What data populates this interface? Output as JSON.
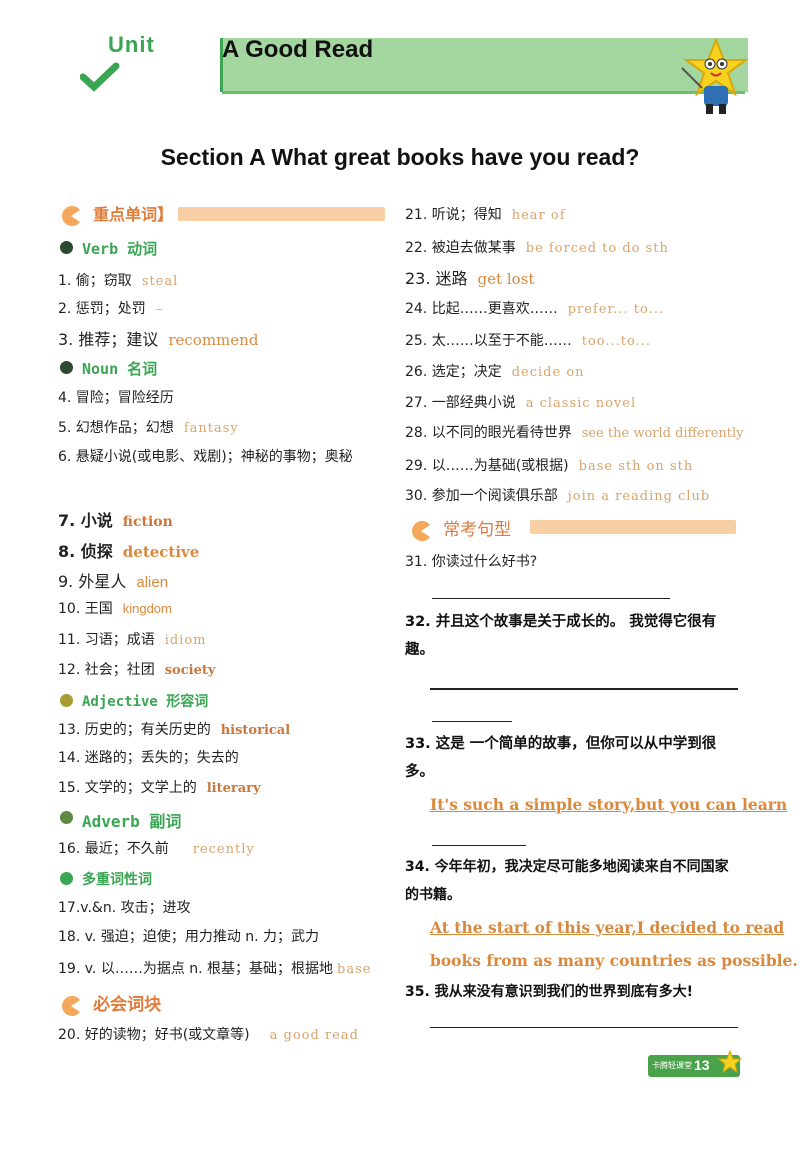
{
  "header": {
    "unit_label": "Unit",
    "title": "A Good Read"
  },
  "section_title": "Section A What great books  have you read?",
  "colors": {
    "green": "#3aa552",
    "orange": "#e07b3a",
    "answer": "#d9893d"
  },
  "left": {
    "key_words_heading": "重点单词】",
    "verb_heading": "Verb  动词",
    "noun_heading": "Noun  名词",
    "adj_heading": "Adjective  形容词",
    "adv_heading": "Adverb  副词",
    "multi_heading": "多重词性词",
    "phrases_heading": "必会词块",
    "items": [
      {
        "n": "1. 偷；窃取",
        "a": "steal"
      },
      {
        "n": "2. 惩罚；处罚",
        "a": "–"
      },
      {
        "n": "3. 推荐；建议",
        "a": "recommend"
      },
      {
        "n": "4. 冒险；冒险经历",
        "a": ""
      },
      {
        "n": "5. 幻想作品；幻想",
        "a": "fantasy"
      },
      {
        "n": "6. 悬疑小说(或电影、戏剧)；神秘的事物；奥秘",
        "a": ""
      },
      {
        "n": "7. 小说",
        "a": "fiction"
      },
      {
        "n": "8. 侦探",
        "a": "detective"
      },
      {
        "n": "9. 外星人",
        "a": "alien"
      },
      {
        "n": "10. 王国",
        "a": "kingdom"
      },
      {
        "n": "11. 习语；成语",
        "a": "idiom"
      },
      {
        "n": "12. 社会；社团",
        "a": "society"
      },
      {
        "n": "13. 历史的；有关历史的",
        "a": "historical"
      },
      {
        "n": "14. 迷路的；丢失的；失去的",
        "a": ""
      },
      {
        "n": "15. 文学的；文学上的",
        "a": "literary"
      },
      {
        "n": "16. 最近；不久前",
        "a": "recently"
      },
      {
        "n": "17.v.&n.  攻击；进攻",
        "a": ""
      },
      {
        "n": "18. v. 强迫；迫使；用力推动  n. 力；武力",
        "a": ""
      },
      {
        "n": "19. v. 以……为据点  n. 根基；基础；根据地",
        "a": "base"
      },
      {
        "n": "20. 好的读物；好书(或文章等)",
        "a": "a  good  read"
      }
    ]
  },
  "right": {
    "items": [
      {
        "n": "21. 听说；得知",
        "a": "hear  of"
      },
      {
        "n": "22. 被迫去做某事",
        "a": "be  forced  to  do  sth"
      },
      {
        "n": "23. 迷路",
        "a": "get lost"
      },
      {
        "n": "24.  比起……更喜欢……",
        "a": "prefer... to..."
      },
      {
        "n": "25. 太……以至于不能……",
        "a": "too...to..."
      },
      {
        "n": "26. 选定；决定",
        "a": "decide  on"
      },
      {
        "n": "27. 一部经典小说",
        "a": "a  classic  novel"
      },
      {
        "n": "28. 以不同的眼光看待世界",
        "a": "see the world differently"
      },
      {
        "n": "29.  以……为基础(或根据)",
        "a": "base  sth  on  sth"
      },
      {
        "n": "30. 参加一个阅读俱乐部",
        "a": "join  a  reading  club"
      }
    ],
    "sentences_heading": "常考句型",
    "s31": "31. 你读过什么好书?",
    "s32": "32. 并且这个故事是关于成长的。  我觉得它很有趣。",
    "s33": "33. 这是 一个简单的故事，但你可以从中学到很多。",
    "s33_ans": "It's such a simple story,but you can learn",
    "s34": "34. 今年年初，我决定尽可能多地阅读来自不同国家的书籍。",
    "s34_ans1": "At the start of this year,I decided to read",
    "s34_ans2": "books from as many countries as possible.",
    "s35": "35. 我从来没有意识到我们的世界到底有多大!"
  },
  "footer": {
    "page_number": "13",
    "badge_text": "卡腾轻课堂"
  }
}
